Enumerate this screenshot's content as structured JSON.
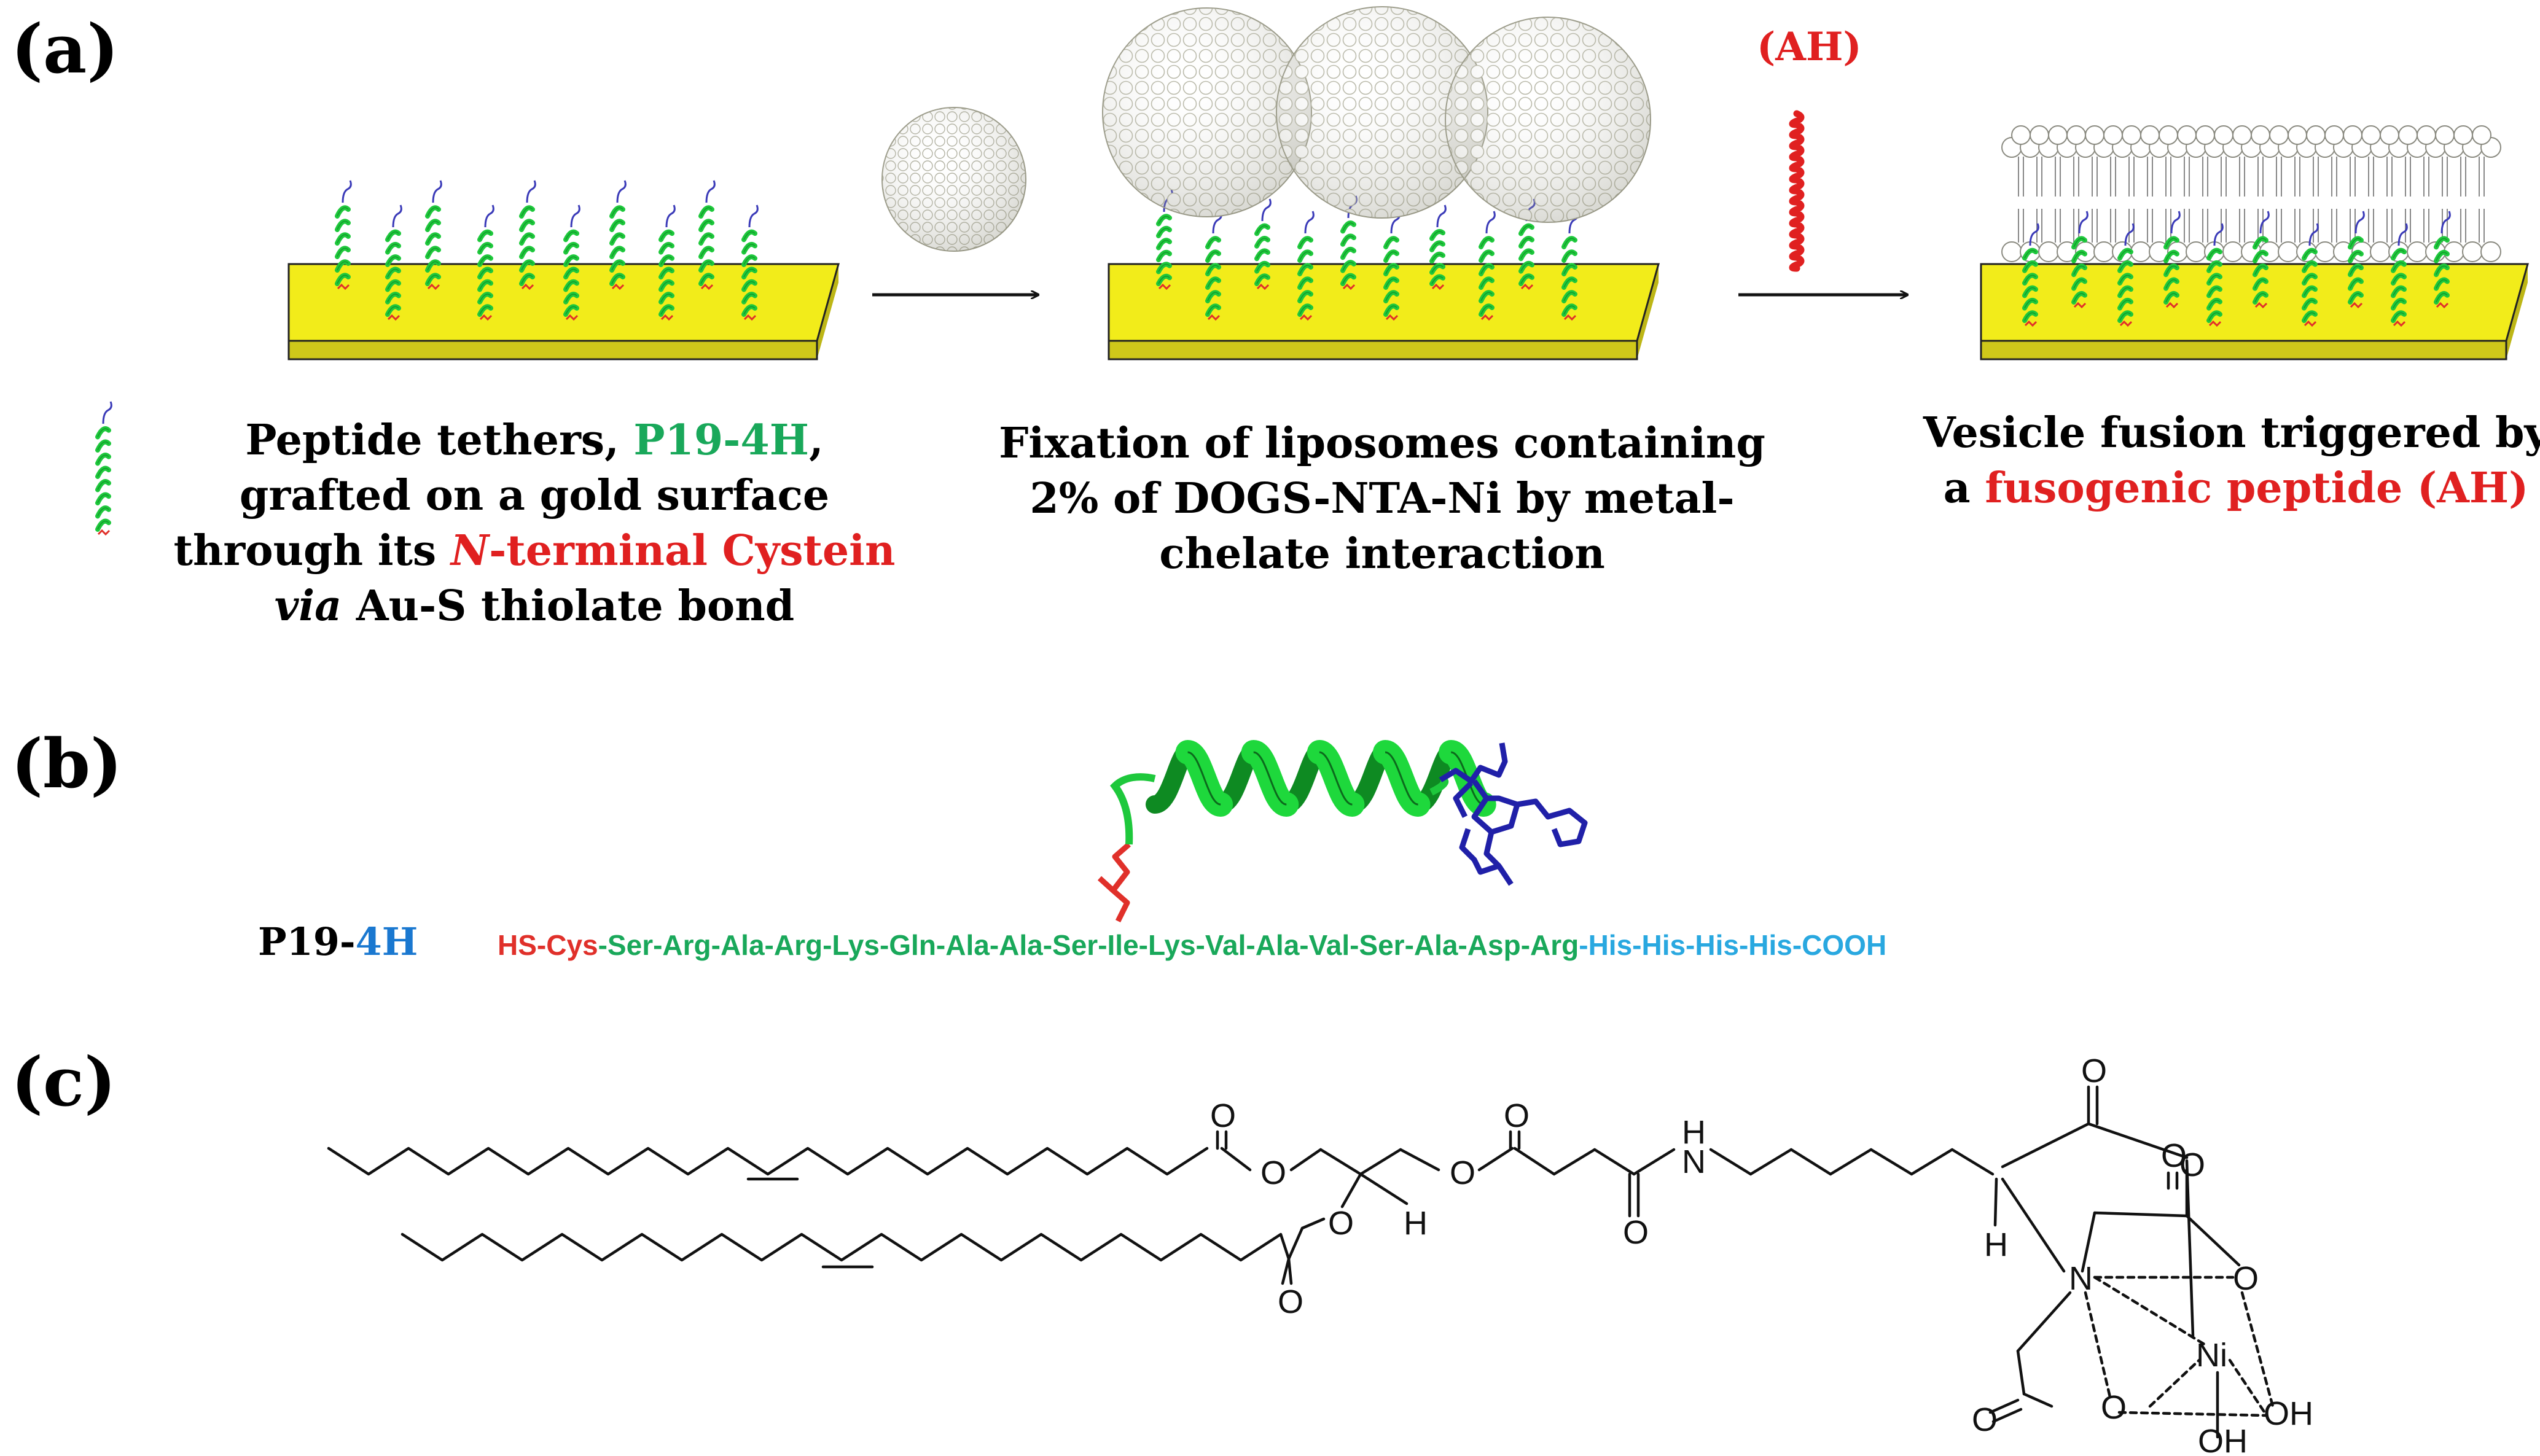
{
  "panels": {
    "a": {
      "label": "(a)",
      "peptide_label": "(AH)",
      "caption1": {
        "line1_pre": "Peptide tethers, ",
        "line1_hl": "P19-4H",
        "line1_post": ",",
        "line2": "grafted on a gold surface",
        "line3_pre": "through its ",
        "line3_italic": "N",
        "line3_red": "-terminal Cystein",
        "line4_italic": "via",
        "line4_post": " Au-S thiolate bond"
      },
      "caption2": {
        "line1": "Fixation of liposomes containing",
        "line2": "2% of DOGS-NTA-Ni by metal-",
        "line3": "chelate interaction"
      },
      "caption3": {
        "line1": "Vesicle fusion triggered by",
        "line2_pre": "a ",
        "line2_red": "fusogenic peptide (AH)"
      }
    },
    "b": {
      "label": "(b)",
      "name_prefix": "P19-",
      "name_suffix": "4H",
      "seq_part1": "HS-Cys",
      "seq_part2": "-Ser-Arg-Ala-Arg-Lys-Gln-Ala-Ala-Ser-Ile-Lys-Val-Ala-Val-Ser-Ala-Asp-Arg",
      "seq_part3": "-His-His-His-His-COOH"
    },
    "c": {
      "label": "(c)",
      "atoms": {
        "o": "O",
        "h": "H",
        "nh": "N",
        "n": "N",
        "ni": "Ni",
        "oh": "OH"
      }
    }
  },
  "colors": {
    "gold_surface": "#f2ec1a",
    "helix_green": "#1ec83c",
    "cys_red": "#e0302a",
    "his_blue": "#3a3ab8",
    "seq_green": "#19a85a",
    "seq_cyan": "#29a8e0",
    "label_blue": "#1a78d0",
    "label_red": "#e02020"
  }
}
